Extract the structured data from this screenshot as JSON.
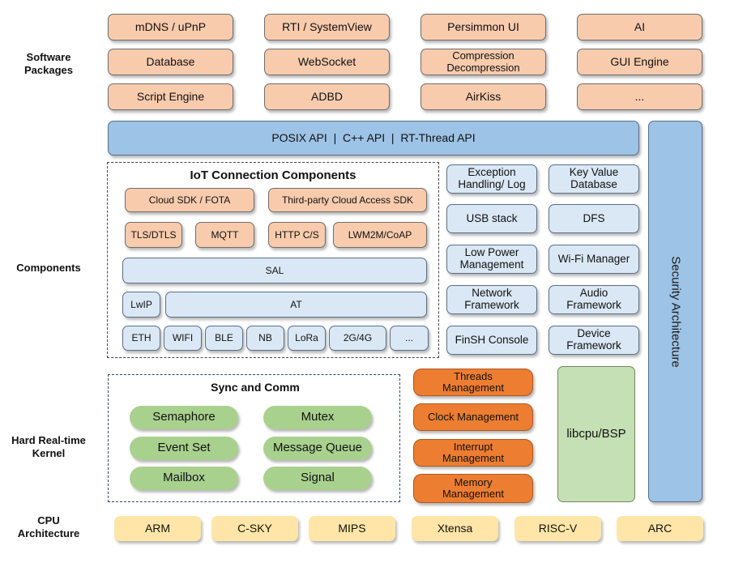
{
  "row_labels": {
    "software": "Software\nPackages",
    "components": "Components",
    "kernel": "Hard Real-time\nKernel",
    "cpu": "CPU\nArchitecture"
  },
  "software_packages": [
    "mDNS / uPnP",
    "RTI / SystemView",
    "Persimmon UI",
    "AI",
    "Database",
    "WebSocket",
    "Compression\nDecompression",
    "GUI Engine",
    "Script Engine",
    "ADBD",
    "AirKiss",
    "..."
  ],
  "api_bar": "POSIX API  |  C++ API  |  RT-Thread API",
  "security": "Security Architecture",
  "iot": {
    "title": "IoT Connection Components",
    "cloud": [
      "Cloud SDK / FOTA",
      "Third-party Cloud Access SDK"
    ],
    "protocols": [
      "TLS/DTLS",
      "MQTT",
      "HTTP C/S",
      "LWM2M/CoAP"
    ],
    "sal": "SAL",
    "lwip": "LwIP",
    "at": "AT",
    "links": [
      "ETH",
      "WIFI",
      "BLE",
      "NB",
      "LoRa",
      "2G/4G",
      "..."
    ]
  },
  "components": [
    "Exception\nHandling/ Log",
    "Key Value\nDatabase",
    "USB stack",
    "DFS",
    "Low Power\nManagement",
    "Wi-Fi Manager",
    "Network\nFramework",
    "Audio\nFramework",
    "FinSH Console",
    "Device\nFramework"
  ],
  "sync": {
    "title": "Sync and Comm",
    "items": [
      "Semaphore",
      "Mutex",
      "Event Set",
      "Message Queue",
      "Mailbox",
      "Signal"
    ]
  },
  "kernel_items": [
    "Threads\nManagement",
    "Clock Management",
    "Interrupt\nManagement",
    "Memory\nManagement"
  ],
  "libcpu": "libcpu/BSP",
  "cpu_arch": [
    "ARM",
    "C-SKY",
    "MIPS",
    "Xtensa",
    "RISC-V",
    "ARC"
  ],
  "colors": {
    "peach": "#f8cbad",
    "light_blue": "#dae8f5",
    "blue": "#9dc3e6",
    "orange": "#ed7d31",
    "green": "#a9d18e",
    "yellow": "#ffe6a8",
    "light_green": "#c5e0b4"
  }
}
